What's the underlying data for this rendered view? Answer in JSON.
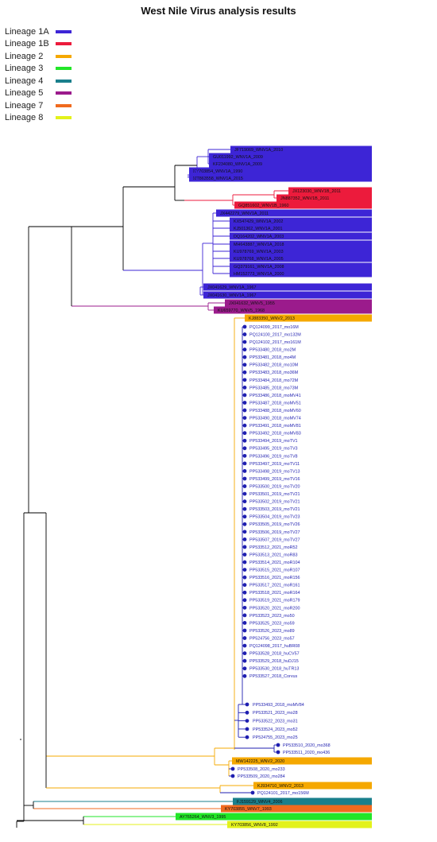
{
  "title": "West Nile Virus analysis results",
  "legend": [
    {
      "label": "Lineage 1A",
      "color": "#3d25d6"
    },
    {
      "label": "Lineage 1B",
      "color": "#ec1b3c"
    },
    {
      "label": "Lineage 2",
      "color": "#f5a800"
    },
    {
      "label": "Lineage 3",
      "color": "#22e628"
    },
    {
      "label": "Lineage 4",
      "color": "#1a7f8c"
    },
    {
      "label": "Lineage 5",
      "color": "#9b1b8c"
    },
    {
      "label": "Lineage 7",
      "color": "#f06a1e"
    },
    {
      "label": "Lineage 8",
      "color": "#e3f21b"
    }
  ],
  "tree": {
    "highlighted": [
      {
        "label": "JF719069_WNV1A_2010",
        "lineage": "1A"
      },
      {
        "label": "GU011992_WNV1A_2009",
        "lineage": "1A"
      },
      {
        "label": "KF234080_WNV1A_2009",
        "lineage": "1A"
      },
      {
        "label": "KY703854_WNV1A_1990",
        "lineage": "1A"
      },
      {
        "label": "MT863558_WNV1A_2015",
        "lineage": "1A"
      },
      {
        "label": "JX123030_WNV1B_2011",
        "lineage": "1B"
      },
      {
        "label": "JN887352_WNV1B_2011",
        "lineage": "1B"
      },
      {
        "label": "GQ851602_WNV1B_1960",
        "lineage": "1B"
      },
      {
        "label": "JX442279_WNV1A_2011",
        "lineage": "1A"
      },
      {
        "label": "KX547429_WNV1A_2002",
        "lineage": "1A"
      },
      {
        "label": "KJ501362_WNV1A_2001",
        "lineage": "1A"
      },
      {
        "label": "DQ164202_WNV1A_2003",
        "lineage": "1A"
      },
      {
        "label": "MH643887_WNV1A_2018",
        "lineage": "1A"
      },
      {
        "label": "KU978769_WNV1A_2003",
        "lineage": "1A"
      },
      {
        "label": "KU978768_WNV1A_2005",
        "lineage": "1A"
      },
      {
        "label": "GQ379161_WNV1A_2008",
        "lineage": "1A"
      },
      {
        "label": "HM152773_WNV1A_2000",
        "lineage": "1A"
      },
      {
        "label": "JX041629_WNV1A_1967",
        "lineage": "1A"
      },
      {
        "label": "JX041630_WNV1A_1967",
        "lineage": "1A"
      },
      {
        "label": "JX041632_WNV5_1955",
        "lineage": "5"
      },
      {
        "label": "KU659770_WNV5_1968",
        "lineage": "5"
      },
      {
        "label": "KJ883350_WNV2_2013",
        "lineage": "2"
      }
    ],
    "samples": [
      "PQ124099_2017_mo16M",
      "PQ124100_2017_mo132M",
      "PQ124102_2017_mo161M",
      "PP533480_2018_mo2M",
      "PP533481_2018_mo4M",
      "PP533482_2018_mo10M",
      "PP533483_2018_mo36M",
      "PP533484_2018_mo72M",
      "PP533485_2018_mo73M",
      "PP533486_2018_moMV41",
      "PP533487_2018_moMV51",
      "PP533488_2018_moMV60",
      "PP533490_2018_moMV74",
      "PP533491_2018_moMV81",
      "PP533492_2018_moMV83",
      "PP533494_2019_moTV1",
      "PP533495_2019_moTV3",
      "PP533496_2019_moTV8",
      "PP533497_2019_moTV11",
      "PP533498_2019_moTV13",
      "PP533499_2019_moTV16",
      "PP533500_2019_moTV20",
      "PP533501_2019_moTV21",
      "PP533502_2019_moTV21",
      "PP533503_2019_moTV21",
      "PP533504_2019_moTV23",
      "PP533505_2019_moTV26",
      "PP533506_2019_moTV27",
      "PP533507_2019_moTV27",
      "PP533512_2021_moR52",
      "PP533513_2021_moR83",
      "PP533514_2021_moR104",
      "PP533515_2021_moR107",
      "PP533516_2021_moR156",
      "PP533517_2021_moR161",
      "PP533518_2021_moR164",
      "PP533519_2021_moR179",
      "PP533520_2021_moR200",
      "PP533523_2023_mo50",
      "PP533525_2023_mo59",
      "PP533526_2023_mo89",
      "PP524756_2023_mo57",
      "PQ124098_2017_huBR08",
      "PP533528_2018_huCV57",
      "PP533529_2018_huDJ15",
      "PP533530_2018_huTR13",
      "PP533527_2018_Corvus"
    ],
    "subclade_samples": [
      "PP533493_2018_moMV84",
      "PP533521_2023_mo28",
      "PP533522_2023_mo31",
      "PP533524_2023_mo52",
      "PP524755_2023_mo25"
    ],
    "pair_samples": [
      "PP533510_2020_mo368",
      "PP533511_2020_mo436"
    ],
    "lower": [
      {
        "label": "MW142225_WNV2_2020",
        "lineage": "2",
        "box": true
      },
      {
        "label": "PP533508_2020_mo233",
        "lineage": "sample",
        "box": false
      },
      {
        "label": "PP533509_2020_mo284",
        "lineage": "sample",
        "box": false
      },
      {
        "label": "KJ934710_WNV2_2013",
        "lineage": "2",
        "box": true
      },
      {
        "label": "PQ124101_2017_mo156M",
        "lineage": "sample",
        "box": false
      },
      {
        "label": "FJ159129_WNV4_2006",
        "lineage": "4",
        "box": true
      },
      {
        "label": "KY703855_WNV7_1993",
        "lineage": "7",
        "box": true
      },
      {
        "label": "AY765264_WNV3_1995",
        "lineage": "3",
        "box": true
      },
      {
        "label": "KY703856_WNV8_1992",
        "lineage": "8",
        "box": true
      }
    ]
  }
}
